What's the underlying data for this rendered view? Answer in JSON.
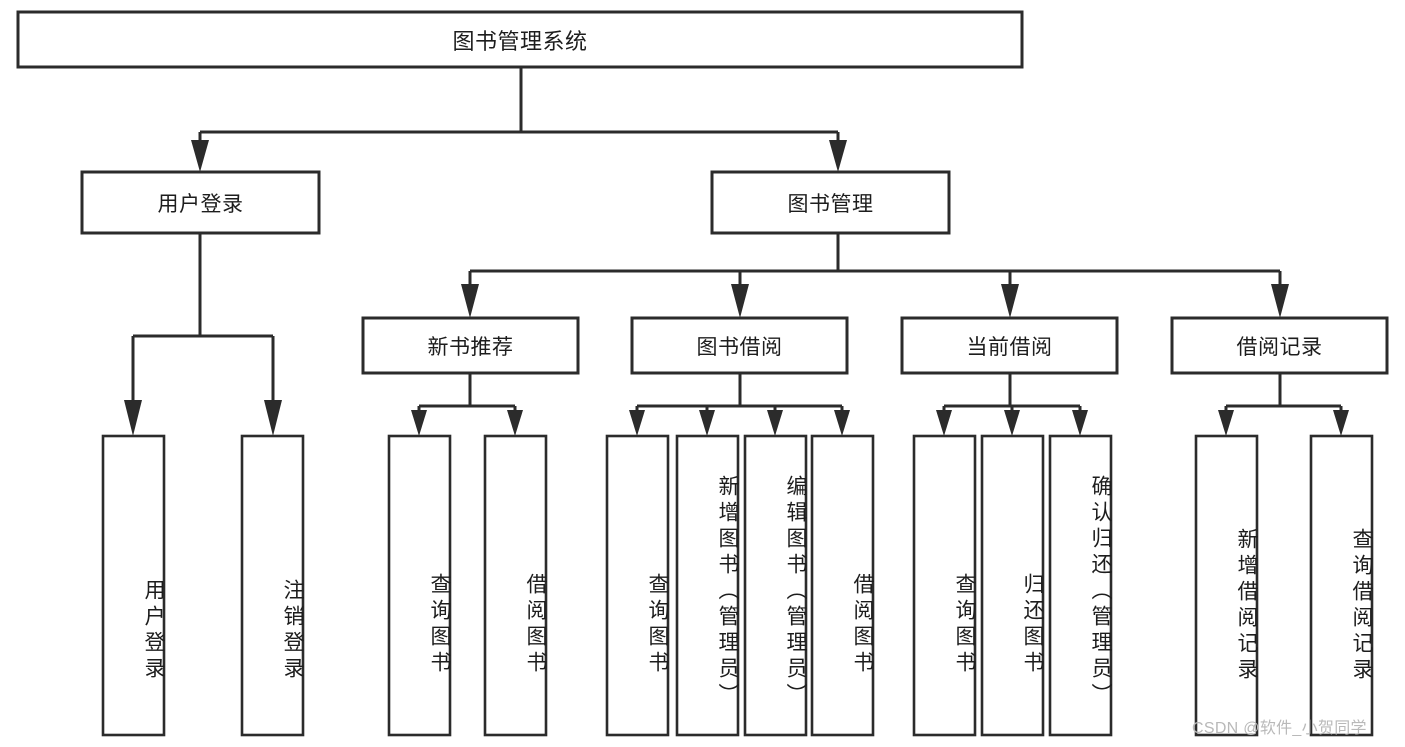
{
  "diagram": {
    "type": "tree-hierarchy-chart",
    "title": "图书管理系统",
    "root": {
      "id": "root",
      "label": "图书管理系统",
      "orientation": "horizontal"
    },
    "level1": [
      {
        "id": "user-login",
        "label": "用户登录",
        "orientation": "horizontal"
      },
      {
        "id": "book-management",
        "label": "图书管理",
        "orientation": "horizontal"
      }
    ],
    "level2": [
      {
        "id": "new-book-recommend",
        "label": "新书推荐",
        "parent": "book-management",
        "orientation": "horizontal"
      },
      {
        "id": "book-borrow",
        "label": "图书借阅",
        "parent": "book-management",
        "orientation": "horizontal"
      },
      {
        "id": "current-borrow",
        "label": "当前借阅",
        "parent": "book-management",
        "orientation": "horizontal"
      },
      {
        "id": "borrow-record",
        "label": "借阅记录",
        "parent": "book-management",
        "orientation": "horizontal"
      }
    ],
    "leaves": [
      {
        "id": "leaf-user-login",
        "label": "用户登录",
        "parent": "user-login",
        "orientation": "vertical"
      },
      {
        "id": "leaf-user-logout",
        "label": "注销登录",
        "parent": "user-login",
        "orientation": "vertical"
      },
      {
        "id": "leaf-query-book-1",
        "label": "查询图书",
        "parent": "new-book-recommend",
        "orientation": "vertical"
      },
      {
        "id": "leaf-borrow-book-1",
        "label": "借阅图书",
        "parent": "new-book-recommend",
        "orientation": "vertical"
      },
      {
        "id": "leaf-query-book-2",
        "label": "查询图书",
        "parent": "book-borrow",
        "orientation": "vertical"
      },
      {
        "id": "leaf-add-book",
        "label": "新增图书（管理员）",
        "parent": "book-borrow",
        "orientation": "vertical"
      },
      {
        "id": "leaf-edit-book",
        "label": "编辑图书（管理员）",
        "parent": "book-borrow",
        "orientation": "vertical"
      },
      {
        "id": "leaf-borrow-book-2",
        "label": "借阅图书",
        "parent": "book-borrow",
        "orientation": "vertical"
      },
      {
        "id": "leaf-query-book-3",
        "label": "查询图书",
        "parent": "current-borrow",
        "orientation": "vertical"
      },
      {
        "id": "leaf-return-book",
        "label": "归还图书",
        "parent": "current-borrow",
        "orientation": "vertical"
      },
      {
        "id": "leaf-confirm-return",
        "label": "确认归还（管理员）",
        "parent": "current-borrow",
        "orientation": "vertical"
      },
      {
        "id": "leaf-add-record",
        "label": "新增借阅记录",
        "parent": "borrow-record",
        "orientation": "vertical"
      },
      {
        "id": "leaf-query-record",
        "label": "查询借阅记录",
        "parent": "borrow-record",
        "orientation": "vertical"
      }
    ],
    "colors": {
      "stroke": "#2b2b2b",
      "fill": "#ffffff",
      "text": "#1d1d1d",
      "watermark": "#b9b9b9"
    }
  },
  "watermark": {
    "text": "CSDN @软件_小贺同学"
  }
}
